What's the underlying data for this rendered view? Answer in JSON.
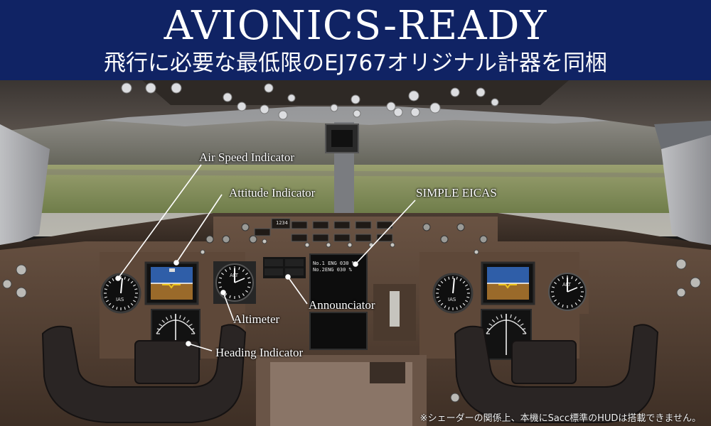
{
  "banner": {
    "title": "AVIONICS-READY",
    "subtitle": "飛行に必要な最低限のEJ767オリジナル計器を同梱"
  },
  "callouts": {
    "air_speed": "Air Speed Indicator",
    "attitude": "Attitude Indicator",
    "eicas": "SIMPLE EICAS",
    "altimeter": "Altimeter",
    "announciator": "Announciator",
    "heading": "Heading Indicator"
  },
  "eicas": {
    "line1": "No.1 ENG 030 %",
    "line2": "No.2ENG 030 %"
  },
  "panel": {
    "transponder": "1234",
    "airspeed_label": "IAS",
    "altimeter_label": "ALT"
  },
  "footnote": "※シェーダーの関係上、本機にSacc標準のHUDは搭載できません。",
  "colors": {
    "banner_bg": "#102364",
    "sky": "#2f5ea8",
    "ground": "#9a6a2a",
    "panel": "#5a4536"
  }
}
